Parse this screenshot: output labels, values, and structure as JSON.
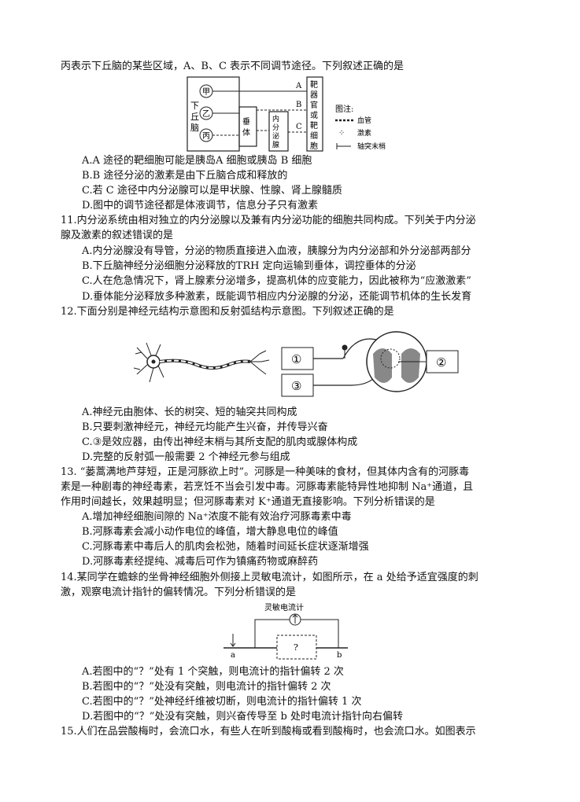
{
  "q10": {
    "intro": "丙表示下丘脑的某些区域，A、B、C 表示不同调节途径。下列叙述正确的是",
    "figure": {
      "hypothalamus": [
        "下",
        "丘",
        "脑"
      ],
      "jia": "甲",
      "yi": "乙",
      "bing": "丙",
      "pituitary": [
        "垂",
        "体"
      ],
      "endocrine": [
        "内",
        "分",
        "泌",
        "腺"
      ],
      "target": [
        "靶",
        "器",
        "官",
        "或",
        "靶",
        "细",
        "胞"
      ],
      "path_a": "A",
      "path_b": "B",
      "path_c": "C",
      "legend_title": "图注:",
      "legend_vessel": "血管",
      "legend_hormone": "激素",
      "legend_axon": "轴突末梢"
    },
    "options": [
      "A.A 途径的靶细胞可能是胰岛A 细胞或胰岛 B 细胞",
      "B.B 途径分泌的激素是由下丘脑合成和释放的",
      "C.若 C 途径中内分泌腺可以是甲状腺、性腺、肾上腺髓质",
      "D.图中的调节途径都是体液调节，信息分子只有激素"
    ]
  },
  "q11": {
    "stem": [
      "11.内分泌系统由相对独立的内分泌腺以及兼有内分泌功能的细胞共同构成。下列关于内分泌",
      "腺及激素的叙述错误的是"
    ],
    "options": [
      "A.内分泌腺没有导管，分泌的物质直接进入血液，胰腺分为内分泌部和外分泌部两部分",
      "B.下丘脑神经分泌细胞分泌释放的TRH 定向运输到垂体，调控垂体的分泌",
      "C.人在危急情况下，肾上腺素分泌增多，提高机体的应变能力，因此被称为“应激激素”",
      "D.垂体能分泌释放多种激素，既能调节相应内分泌腺的分泌，还能调节机体的生长发育"
    ]
  },
  "q12": {
    "stem": "12.下面分别是神经元结构示意图和反射弧结构示意图。下列叙述正确的是",
    "figure": {
      "label1": "①",
      "label2": "②",
      "label3": "③"
    },
    "options": [
      "A.神经元由胞体、长的树突、短的轴突共同构成",
      "B.只要刺激神经元，神经元均能产生兴奋，并传导兴奋",
      "C.③是效应器，由传出神经末梢与其所支配的肌肉或腺体构成",
      "D.完整的反射弧一般需要 2 个神经元参与组成"
    ]
  },
  "q13": {
    "stem": [
      "13. “蒌蒿满地芦芽短，正是河豚欲上时”。河豚是一种美味的食材，但其体内含有的河豚毒",
      "素是一种剧毒的神经毒素，若烹饪不当会引发中毒。河豚毒素能特异性地抑制 Na⁺通道，且",
      "作用时间越长，效果越明显；但河豚毒素对 K⁺通道无直接影响。下列分析错误的是"
    ],
    "options": [
      "A.增加神经细胞间隙的 Na⁺浓度不能有效治疗河豚毒素中毒",
      "B.河豚毒素会减小动作电位的峰值，增大静息电位的峰值",
      "C.河豚毒素中毒后人的肌肉会松弛，随着时间延长症状逐渐增强",
      "D.河豚毒素经提纯、减毒后可作为镇痛药物或麻醉药"
    ]
  },
  "q14": {
    "stem": [
      "14.某同学在蟾蜍的坐骨神经细胞外侧接上灵敏电流计，如图所示，在 a 处给予适宜强度的刺",
      "激，观察电流计指针的偏转情况。下列分析错误的是"
    ],
    "figure": {
      "meter": "灵敏电流计",
      "point_a": "a",
      "point_b": "b",
      "unknown": "?"
    },
    "options": [
      "A.若图中的“？”处有 1 个突触，则电流计的指针偏转 2 次",
      "B.若图中的“？”处没有突触，则电流计的指针偏转 2 次",
      "C.若图中的“？”处神经纤维被切断，则电流计的指针偏转 1 次",
      "D.若图中的“？”处没有突触，则兴奋传导至 b 处时电流计指针向右偏转"
    ]
  },
  "q15": {
    "stem": "15.人们在品尝酸梅时，会流口水，有些人在听到酸梅或看到酸梅时，也会流口水。如图表示"
  }
}
